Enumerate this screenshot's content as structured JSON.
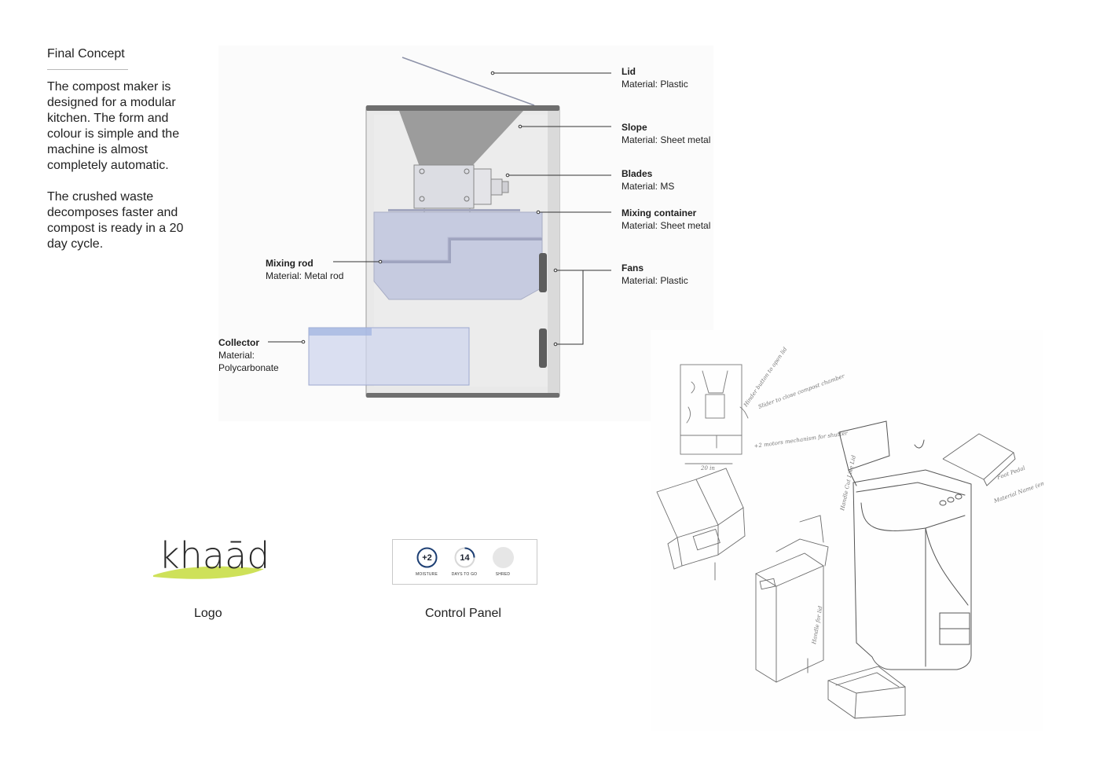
{
  "intro": {
    "title": "Final Concept",
    "paragraph_1": "The compost maker is designed for a modular kitchen. The form and colour is simple and the machine is almost completely automatic.",
    "paragraph_2": "The crushed waste decomposes faster and compost is ready in a 20 day cycle."
  },
  "callouts": {
    "lid": {
      "name": "Lid",
      "material": "Material: Plastic"
    },
    "slope": {
      "name": "Slope",
      "material": "Material: Sheet metal"
    },
    "blades": {
      "name": "Blades",
      "material": "Material: MS"
    },
    "mixing_container": {
      "name": "Mixing container",
      "material": "Material: Sheet metal"
    },
    "fans": {
      "name": "Fans",
      "material": "Material: Plastic"
    },
    "mixing_rod": {
      "name": "Mixing rod",
      "material": "Material: Metal rod"
    },
    "collector": {
      "name": "Collector",
      "material_1": "Material:",
      "material_2": "Polycarbonate"
    }
  },
  "logo": {
    "wordmark": "khaād",
    "caption": "Logo",
    "accent_color": "#c6dc3c"
  },
  "control_panel": {
    "caption": "Control Panel",
    "moisture": {
      "value": "+2",
      "label": "MOISTURE"
    },
    "days": {
      "value": "14",
      "label": "DAYS TO GO"
    },
    "shred": {
      "label": "SHRED"
    },
    "dial_color": "#1d3f74"
  },
  "sketch": {
    "annotation_top": "Hinder button to open lid",
    "annotation_slider": "Slider to close compost chamber",
    "annotation_motors": "+2 motors mechanism for shutter",
    "annotation_dim": "20 in",
    "annotation_foot": "Foot Pedal",
    "annotation_material": "Material Name (embossed)",
    "annotation_side": "Handle Cut Like Lid",
    "annotation_bottom": "Handle for lid"
  }
}
